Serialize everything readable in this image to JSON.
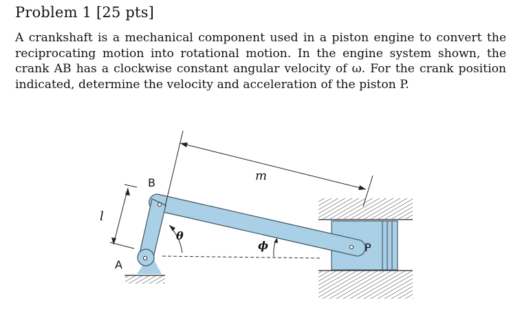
{
  "problem": {
    "title": "Problem 1 [25 pts]",
    "text": "A crankshaft is a mechanical component used in a piston engine to convert the reciprocating motion into rotational motion. In the engine system shown, the crank AB has a clockwise constant angular velocity of ω. For the crank position indicated, determine the velocity and acceleration of the piston P."
  },
  "figure": {
    "labels": {
      "l": "l",
      "m": "m",
      "A": "A",
      "B": "B",
      "P": "P",
      "theta": "θ",
      "phi": "ϕ"
    },
    "colors": {
      "link_fill": "#a9d0e6",
      "link_stroke": "#4a5a66",
      "hatch": "#444444",
      "line": "#222222"
    }
  }
}
